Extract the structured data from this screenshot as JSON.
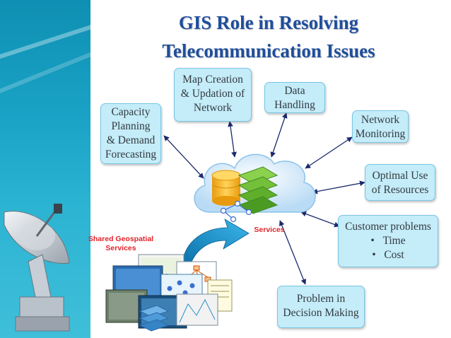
{
  "title": {
    "line1": "GIS Role in Resolving",
    "line2": "Telecommunication Issues"
  },
  "boxes": {
    "map_creation": [
      "Map Creation",
      "& Updation of",
      "Network"
    ],
    "data_handling": [
      "Data",
      "Handling"
    ],
    "capacity": [
      "Capacity",
      "Planning",
      "& Demand",
      "Forecasting"
    ],
    "network_monitoring": [
      "Network",
      "Monitoring"
    ],
    "optimal_use": [
      "Optimal Use",
      "of Resources"
    ],
    "customer_problems": {
      "title": "Customer problems",
      "bullets": [
        "Time",
        "Cost"
      ]
    },
    "decision_making": [
      "Problem in",
      "Decision Making"
    ]
  },
  "labels": {
    "shared_line1": "Shared Geospatial",
    "shared_line2": "Services",
    "services": "Services"
  },
  "colors": {
    "title": "#1f4e9c",
    "box_fill": "#c4ecf9",
    "box_border": "#79c6e4",
    "label_red": "#e0242b",
    "arrow": "#1c2a6e",
    "left_panel": "#1aa3c6",
    "cloud": "#d9eefc",
    "cylinder": "#f5b21b",
    "layers": "#69b43a"
  },
  "icons": [
    "satellite-dish-icon",
    "cloud-icon",
    "database-icon",
    "layers-icon",
    "map-thumbnails-icon"
  ]
}
